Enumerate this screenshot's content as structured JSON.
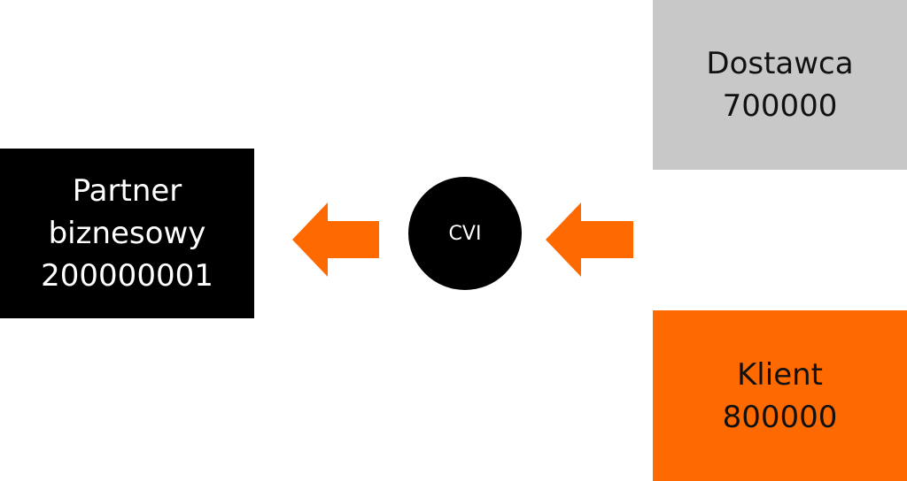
{
  "partner": {
    "line1": "Partner",
    "line2": "biznesowy",
    "line3": "200000001"
  },
  "cvi": {
    "label": "CVI"
  },
  "dostawca": {
    "line1": "Dostawca",
    "line2": "700000"
  },
  "klient": {
    "line1": "Klient",
    "line2": "800000"
  },
  "colors": {
    "accent": "#ff6a00",
    "vendor": "#c8c8c8",
    "partner": "#000000"
  }
}
